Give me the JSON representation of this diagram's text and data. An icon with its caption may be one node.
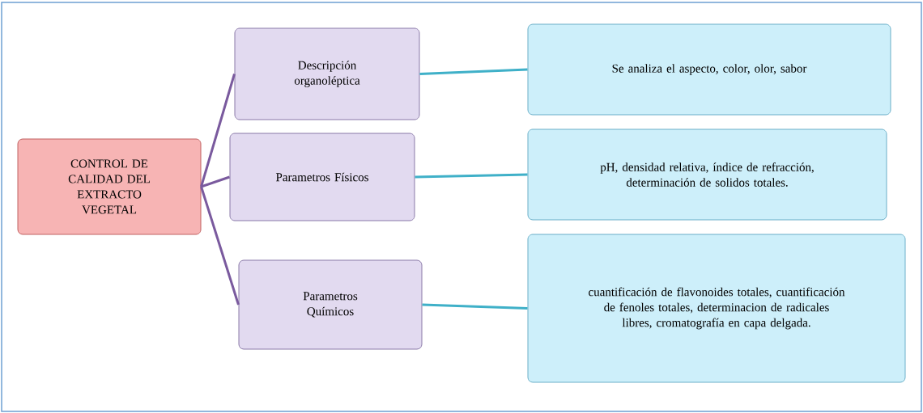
{
  "diagram": {
    "nodes": [
      {
        "text": [
          "CONTROL DE CALIDAD DEL EXTRACTO VEGETAL"
        ]
      },
      {
        "text": [
          "Descripción organoléptica"
        ]
      },
      {
        "text": [
          "Parametros Físicos"
        ]
      },
      {
        "text": [
          "Parametros Químicos"
        ]
      },
      {
        "text": [
          "Se analiza el aspecto, color, olor, sabor"
        ]
      },
      {
        "text": [
          "pH, densidad relativa, índice de refracción, determinación de solidos totales."
        ]
      },
      {
        "text": [
          "cuantificación de flavonoides totales, cuantificación de fenoles totales, determinacion de radicales libres, cromatografía en capa delgada."
        ]
      }
    ],
    "edges": [
      {
        "from": 0,
        "to": 1,
        "arrow": "none",
        "color": "#7a5a9e"
      },
      {
        "from": 0,
        "to": 2,
        "arrow": "none",
        "color": "#7a5a9e"
      },
      {
        "from": 0,
        "to": 3,
        "arrow": "none",
        "color": "#7a5a9e"
      },
      {
        "from": 1,
        "to": 4,
        "arrow": "none",
        "color": "#3fb0c8"
      },
      {
        "from": 2,
        "to": 5,
        "arrow": "none",
        "color": "#3fb0c8"
      },
      {
        "from": 3,
        "to": 6,
        "arrow": "none",
        "color": "#3fb0c8"
      }
    ]
  }
}
